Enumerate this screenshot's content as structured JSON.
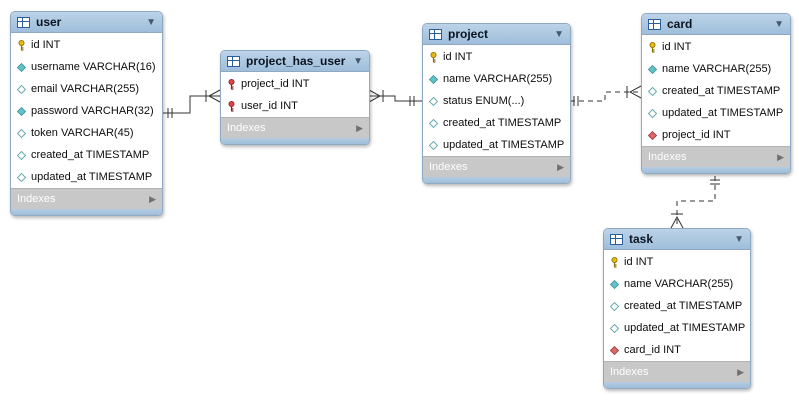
{
  "diagram": {
    "tables": [
      {
        "name": "user",
        "columns": [
          {
            "text": "id INT",
            "icon": "primary-key-icon"
          },
          {
            "text": "username VARCHAR(16)",
            "icon": "not-null-column-icon"
          },
          {
            "text": "email VARCHAR(255)",
            "icon": "nullable-column-icon"
          },
          {
            "text": "password VARCHAR(32)",
            "icon": "not-null-column-icon"
          },
          {
            "text": "token VARCHAR(45)",
            "icon": "nullable-column-icon"
          },
          {
            "text": "created_at TIMESTAMP",
            "icon": "nullable-column-icon"
          },
          {
            "text": "updated_at TIMESTAMP",
            "icon": "nullable-column-icon"
          }
        ],
        "indexes_label": "Indexes"
      },
      {
        "name": "project_has_user",
        "columns": [
          {
            "text": "project_id INT",
            "icon": "foreign-primary-key-icon"
          },
          {
            "text": "user_id INT",
            "icon": "foreign-primary-key-icon"
          }
        ],
        "indexes_label": "Indexes"
      },
      {
        "name": "project",
        "columns": [
          {
            "text": "id INT",
            "icon": "primary-key-icon"
          },
          {
            "text": "name VARCHAR(255)",
            "icon": "not-null-column-icon"
          },
          {
            "text": "status ENUM(...)",
            "icon": "nullable-column-icon"
          },
          {
            "text": "created_at TIMESTAMP",
            "icon": "nullable-column-icon"
          },
          {
            "text": "updated_at TIMESTAMP",
            "icon": "nullable-column-icon"
          }
        ],
        "indexes_label": "Indexes"
      },
      {
        "name": "card",
        "columns": [
          {
            "text": "id INT",
            "icon": "primary-key-icon"
          },
          {
            "text": "name VARCHAR(255)",
            "icon": "not-null-column-icon"
          },
          {
            "text": "created_at TIMESTAMP",
            "icon": "nullable-column-icon"
          },
          {
            "text": "updated_at TIMESTAMP",
            "icon": "nullable-column-icon"
          },
          {
            "text": "project_id INT",
            "icon": "foreign-key-icon"
          }
        ],
        "indexes_label": "Indexes"
      },
      {
        "name": "task",
        "columns": [
          {
            "text": "id INT",
            "icon": "primary-key-icon"
          },
          {
            "text": "name VARCHAR(255)",
            "icon": "not-null-column-icon"
          },
          {
            "text": "created_at TIMESTAMP",
            "icon": "nullable-column-icon"
          },
          {
            "text": "updated_at TIMESTAMP",
            "icon": "nullable-column-icon"
          },
          {
            "text": "card_id INT",
            "icon": "foreign-key-icon"
          }
        ],
        "indexes_label": "Indexes"
      }
    ],
    "relationships": [
      {
        "from": "user",
        "to": "project_has_user",
        "style": "identifying",
        "cardinality": "one-to-many"
      },
      {
        "from": "project",
        "to": "project_has_user",
        "style": "identifying",
        "cardinality": "one-to-many"
      },
      {
        "from": "project",
        "to": "card",
        "style": "non-identifying",
        "cardinality": "one-to-many"
      },
      {
        "from": "card",
        "to": "task",
        "style": "non-identifying",
        "cardinality": "one-to-many"
      }
    ],
    "colors": {
      "header": "#9fbedb",
      "border": "#8fa9c2",
      "indexes": "#c8c8c8",
      "connector": "#333333"
    }
  }
}
